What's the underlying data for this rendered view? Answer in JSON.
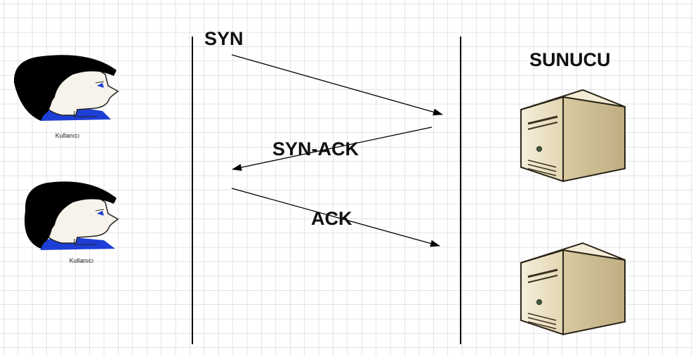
{
  "diagram": {
    "labels": {
      "syn": "SYN",
      "syn_ack": "SYN-ACK",
      "ack": "ACK",
      "server": "SUNUCU",
      "client_top": "Kullanıcı",
      "client_bottom": "Kullanıcı"
    },
    "icons": [
      "user-head-icon",
      "server-tower-icon"
    ],
    "colors": {
      "grid": "#c9c9c9",
      "hair": "#000000",
      "collar": "#1d3fd6",
      "skin": "#f7f3ea",
      "server_body": "#efe6cf",
      "server_shade": "#c9b98f"
    }
  }
}
